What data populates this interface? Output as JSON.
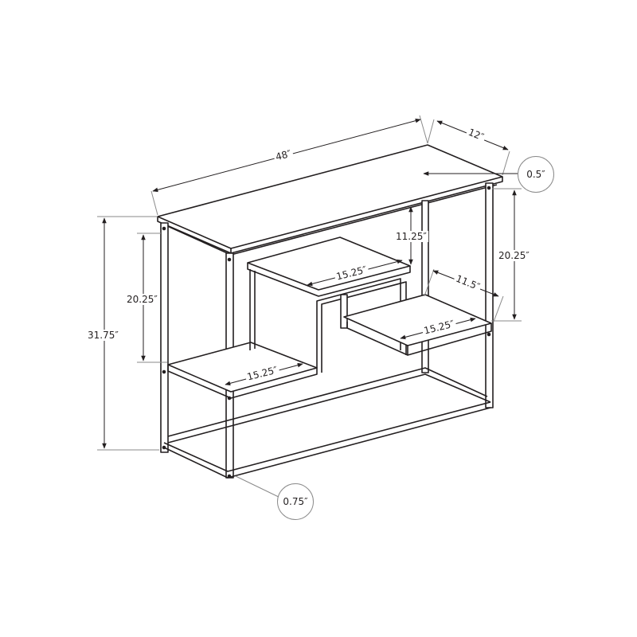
{
  "diagram": {
    "subject": "Console table with offset stepped shelves — dimension line drawing",
    "colors": {
      "line": "#231f20",
      "dim_line": "#8a8a8a",
      "background": "#ffffff"
    },
    "dimensions": {
      "width": "48″",
      "depth": "12″",
      "top_thickness": "0.5″",
      "total_height": "31.75″",
      "left_shelf_clearance": "20.25″",
      "right_shelf_clearance": "20.25″",
      "upper_shelf_clearance": "11.25″",
      "upper_shelf_width": "15.25″",
      "right_shelf_width": "15.25″",
      "left_shelf_width": "15.25″",
      "right_shelf_depth": "11.5″",
      "leg_thickness": "0.75″"
    }
  }
}
